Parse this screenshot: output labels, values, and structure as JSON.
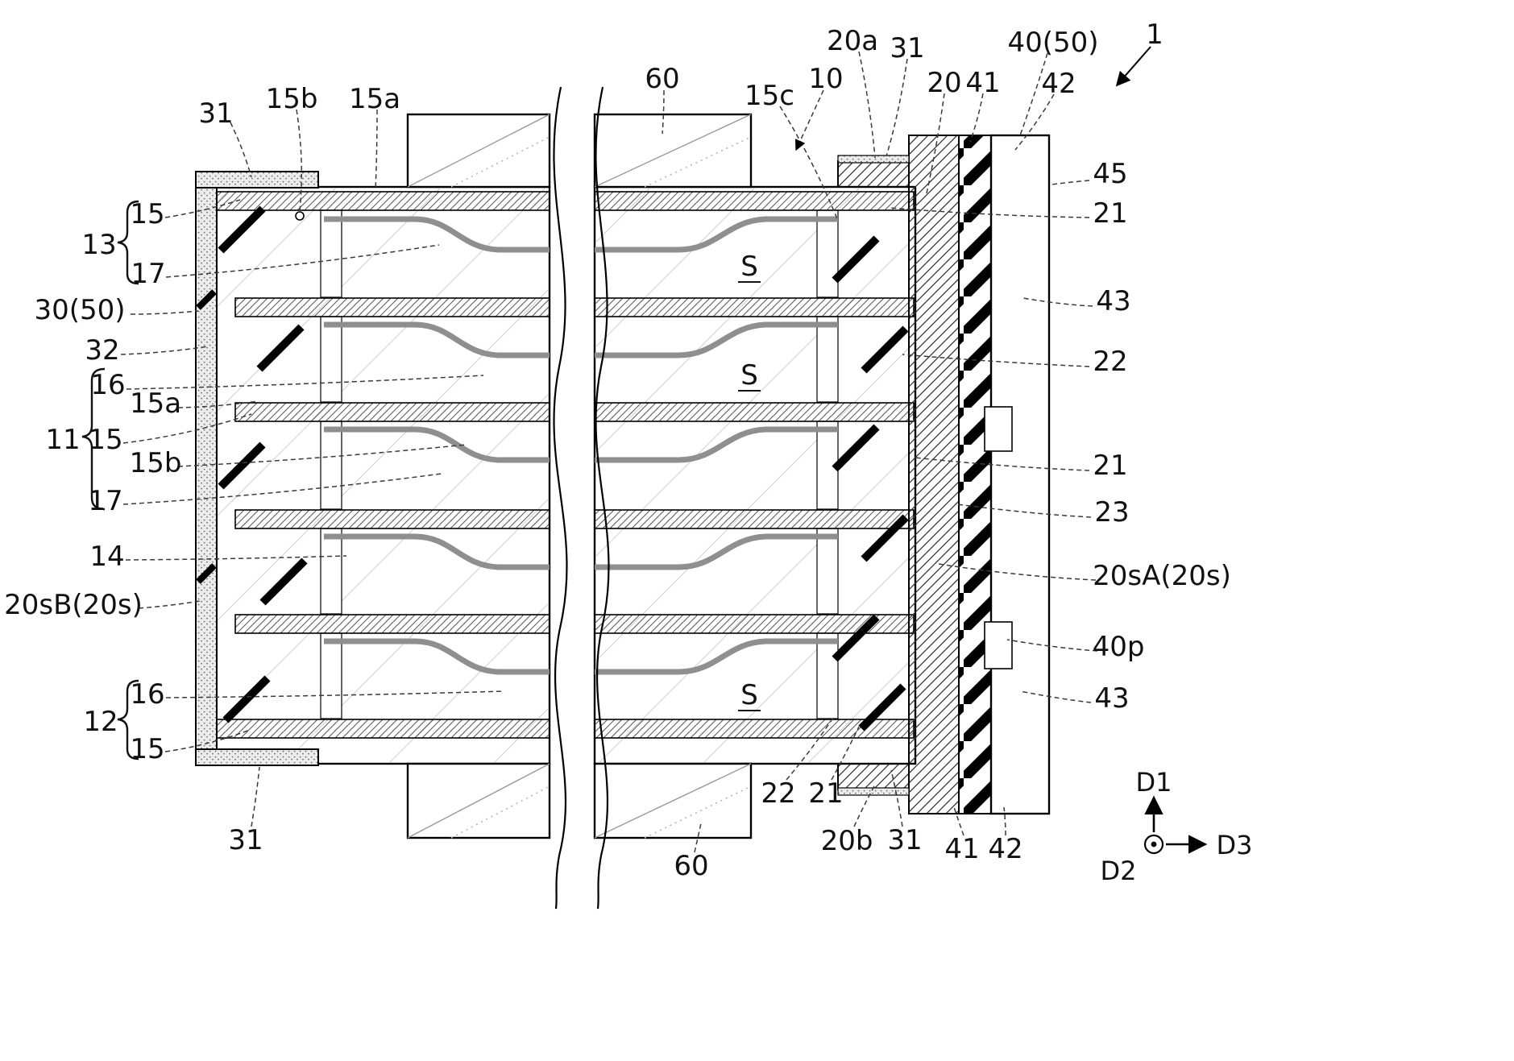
{
  "figure": {
    "type": "patent-cross-section-diagram",
    "refs": {
      "n1": "1",
      "n10": "10",
      "n11": "11",
      "n12": "12",
      "n13": "13",
      "n14": "14",
      "n15_g13": "15",
      "n17_g13": "17",
      "n15a_top": "15a",
      "n15b_top": "15b",
      "n15c": "15c",
      "n16_g11": "16",
      "n15a_g11": "15a",
      "n15_g11": "15",
      "n15b_g11": "15b",
      "n17_g11": "17",
      "n16_g12": "16",
      "n15_g12": "15",
      "n20": "20",
      "n20a": "20a",
      "n20b": "20b",
      "n20sA": "20sA(20s)",
      "n20sB": "20sB(20s)",
      "n21_r1": "21",
      "n21_r2": "21",
      "n21_b": "21",
      "n22_r": "22",
      "n22_b": "22",
      "n23": "23",
      "n30_50": "30(50)",
      "n31_tl": "31",
      "n31_tr": "31",
      "n31_bl": "31",
      "n31_br": "31",
      "n32": "32",
      "n40_50": "40(50)",
      "n40p": "40p",
      "n41_top": "41",
      "n41_b": "41",
      "n42_top": "42",
      "n42_b": "42",
      "n43_r1": "43",
      "n43_r2": "43",
      "n45": "45",
      "n60_top": "60",
      "n60_bot": "60",
      "s": "S"
    },
    "axes": {
      "d1": "D1",
      "d2": "D2",
      "d3": "D3"
    }
  }
}
